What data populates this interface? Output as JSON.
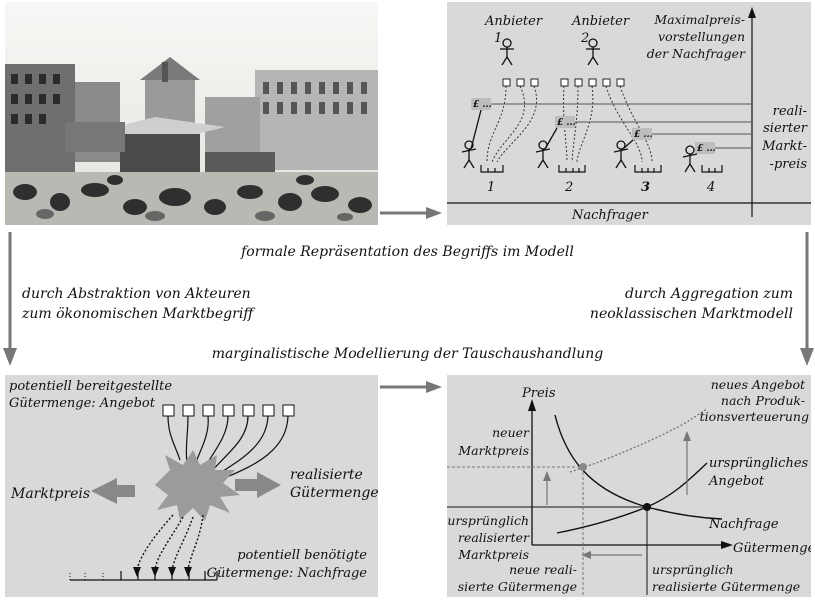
{
  "top_left": {
    "photo_alt": "Historische Marktszene"
  },
  "top_right": {
    "anbieter1": [
      "Anbieter",
      "1"
    ],
    "anbieter2": [
      "Anbieter",
      "2"
    ],
    "maxpreis": [
      "Maximalpreis-",
      "vorstellungen",
      "der Nachfrager"
    ],
    "realisiert": [
      "reali-",
      "sierter",
      "Markt-",
      "-preis"
    ],
    "price_label": "£ ...",
    "buyers": [
      "1",
      "2",
      "3",
      "4"
    ],
    "xlabel": "Nachfrager"
  },
  "captions": {
    "formal": "formale Repräsentation des Begriffs im Modell",
    "abstraktion": [
      "durch Abstraktion von Akteuren",
      "zum ökonomischen Marktbegriff"
    ],
    "aggregation": [
      "durch Aggregation zum",
      "neoklassischen Marktmodell"
    ],
    "marginal": "marginalistische Modellierung der Tauschaushandlung"
  },
  "bottom_left": {
    "angebot": [
      "potentiell bereitgestellte",
      "Gütermenge: Angebot"
    ],
    "marktpreis": "Marktpreis",
    "realisierte": [
      "realisierte",
      "Gütermenge"
    ],
    "nachfrage": [
      "potentiell benötigte",
      "Gütermenge: Nachfrage"
    ]
  },
  "bottom_right": {
    "ylabel": "Preis",
    "xlabel": "Gütermenge",
    "neues_angebot": [
      "neues Angebot",
      "nach Produk-",
      "tionsverteuerung"
    ],
    "neuer_preis": [
      "neuer",
      "Marktpreis"
    ],
    "urspr_angebot": [
      "ursprüngliches",
      "Angebot"
    ],
    "nachfrage": "Nachfrage",
    "urspr_preis": [
      "ursprünglich",
      "realisierter",
      "Marktpreis"
    ],
    "neue_menge": [
      "neue reali-",
      "sierte Gütermenge"
    ],
    "urspr_menge": [
      "ursprünglich",
      "realisierte Gütermenge"
    ]
  }
}
